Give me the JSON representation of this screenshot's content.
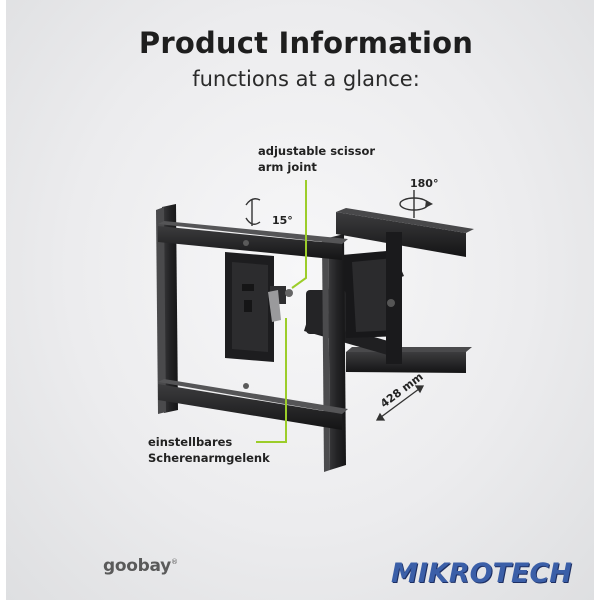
{
  "header": {
    "title": "Product Information",
    "subtitle": "functions at a glance:"
  },
  "callouts": {
    "top": [
      "adjustable scissor",
      "arm joint"
    ],
    "bottom": [
      "einstellbares",
      "Scherenarmgelenk"
    ]
  },
  "measures": {
    "tilt": "15°",
    "swivel": "180°",
    "extension": "428 mm"
  },
  "branding": {
    "logo_text": "goobay",
    "logo_mark": "®",
    "seller_logo": "MIKROTECH"
  },
  "colors": {
    "accent": "#9ccd2a",
    "metal": "#1c1c1e",
    "seller": "#3b5fa8"
  }
}
